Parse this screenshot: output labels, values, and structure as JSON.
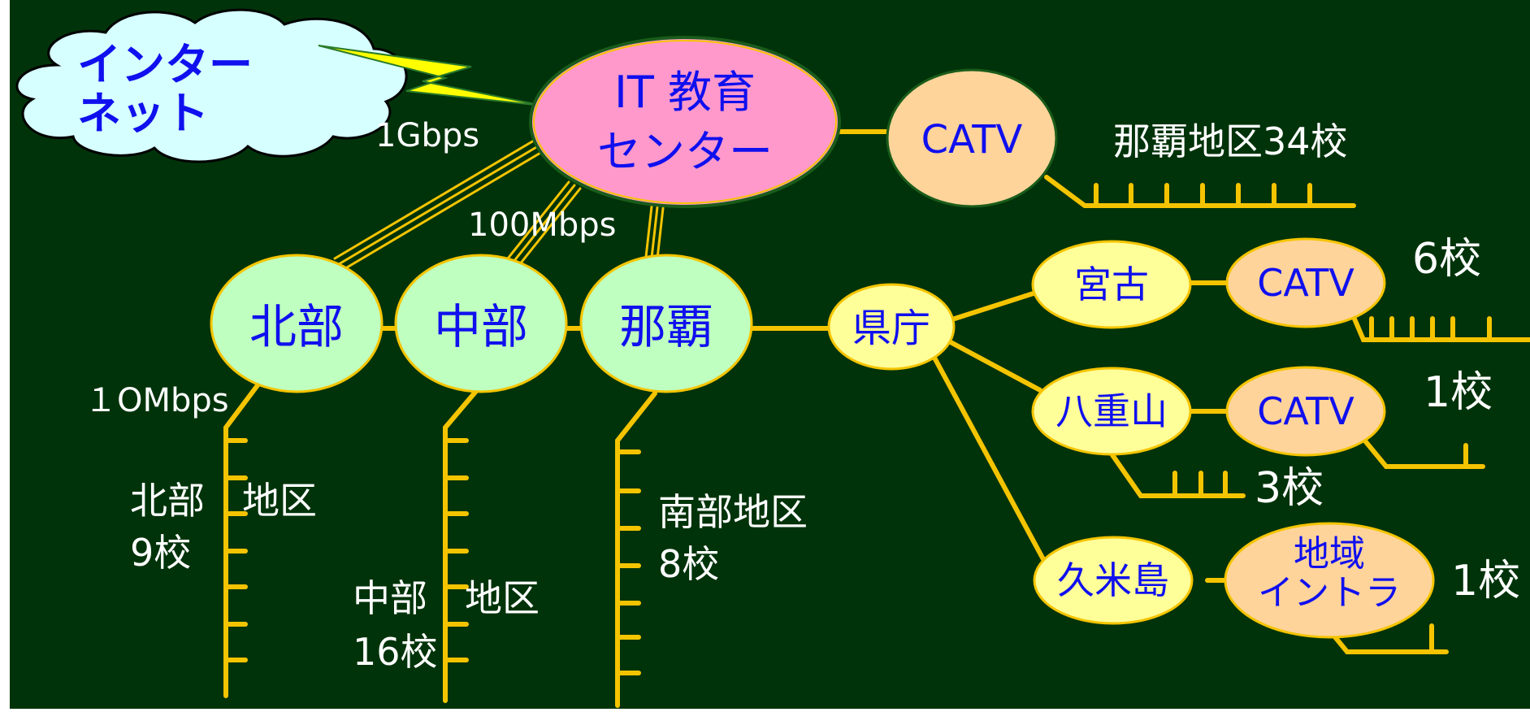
{
  "colors": {
    "background": "#00330a",
    "line": "#f5c400",
    "center_fill": "#ff99cc",
    "region_fill": "#bfffbf",
    "node_fill": "#ffff99",
    "catv_fill": "#ffd49a",
    "cloud_fill": "#d6ffff",
    "blue_text": "#1010ee",
    "white_text": "#ffffff"
  },
  "cloud": {
    "line1": "インター",
    "line2": "ネット"
  },
  "center": {
    "line1": "IT 教育",
    "line2": "センター"
  },
  "speeds": {
    "gbps": "1Gbps",
    "mbps100": "100Mbps",
    "mbps10": "１OMbps"
  },
  "regions": {
    "hokubu": "北部",
    "chubu": "中部",
    "naha": "那覇"
  },
  "kencho": "県庁",
  "islands": {
    "miyako": "宮古",
    "yaeyama": "八重山",
    "kumejima": "久米島"
  },
  "catv": {
    "main": "CATV",
    "miyako": "CATV",
    "yaeyama": "CATV"
  },
  "intra": {
    "line1": "地域",
    "line2": "イントラ"
  },
  "labels": {
    "naha_district": "那覇地区34校",
    "hokubu_district": "北部　地区",
    "hokubu_count": "9校",
    "chubu_district": "中部　地区",
    "chubu_count": "16校",
    "nanbu_district": "南部地区",
    "nanbu_count": "8校",
    "miyako_count": "6校",
    "yaeyama_catv_count": "1校",
    "yaeyama_count": "3校",
    "kume_count": "1校"
  }
}
